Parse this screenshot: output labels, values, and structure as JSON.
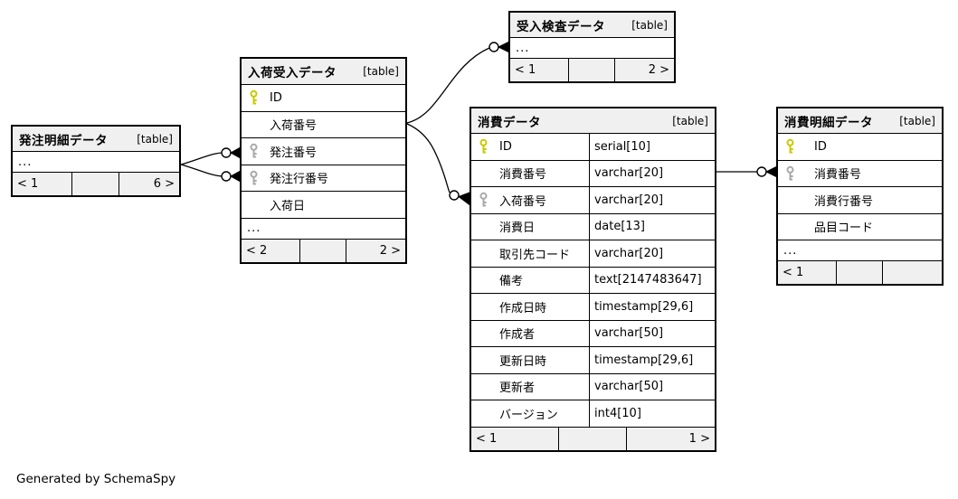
{
  "credit": "Generated by SchemaSpy",
  "colors": {
    "header_bg": "#f0f0f0",
    "border": "#000000",
    "pk_key": "#c9c900",
    "fk_key": "#a9a9a9"
  },
  "tables": [
    {
      "title": "発注明細データ",
      "tag": "[table]",
      "rows": [
        {
          "name": "...",
          "key": "none"
        }
      ],
      "footer": {
        "left": "< 1",
        "mid": "",
        "right": "6 >"
      }
    },
    {
      "title": "入荷受入データ",
      "tag": "[table]",
      "rows": [
        {
          "name": "ID",
          "key": "pk"
        },
        {
          "name": "入荷番号",
          "key": "none"
        },
        {
          "name": "発注番号",
          "key": "fk"
        },
        {
          "name": "発注行番号",
          "key": "fk"
        },
        {
          "name": "入荷日",
          "key": "none"
        },
        {
          "name": "...",
          "key": "none"
        }
      ],
      "footer": {
        "left": "< 2",
        "mid": "",
        "right": "2 >"
      }
    },
    {
      "title": "受入検査データ",
      "tag": "[table]",
      "rows": [
        {
          "name": "...",
          "key": "none"
        }
      ],
      "footer": {
        "left": "< 1",
        "mid": "",
        "right": "2 >"
      }
    },
    {
      "title": "消費データ",
      "tag": "[table]",
      "rows": [
        {
          "name": "ID",
          "key": "pk",
          "type": "serial[10]"
        },
        {
          "name": "消費番号",
          "key": "none",
          "type": "varchar[20]"
        },
        {
          "name": "入荷番号",
          "key": "fk",
          "type": "varchar[20]"
        },
        {
          "name": "消費日",
          "key": "none",
          "type": "date[13]"
        },
        {
          "name": "取引先コード",
          "key": "none",
          "type": "varchar[20]"
        },
        {
          "name": "備考",
          "key": "none",
          "type": "text[2147483647]"
        },
        {
          "name": "作成日時",
          "key": "none",
          "type": "timestamp[29,6]"
        },
        {
          "name": "作成者",
          "key": "none",
          "type": "varchar[50]"
        },
        {
          "name": "更新日時",
          "key": "none",
          "type": "timestamp[29,6]"
        },
        {
          "name": "更新者",
          "key": "none",
          "type": "varchar[50]"
        },
        {
          "name": "バージョン",
          "key": "none",
          "type": "int4[10]"
        }
      ],
      "footer": {
        "left": "< 1",
        "mid": "",
        "right": "1 >"
      }
    },
    {
      "title": "消費明細データ",
      "tag": "[table]",
      "rows": [
        {
          "name": "ID",
          "key": "pk"
        },
        {
          "name": "消費番号",
          "key": "fk"
        },
        {
          "name": "消費行番号",
          "key": "none"
        },
        {
          "name": "品目コード",
          "key": "none"
        },
        {
          "name": "...",
          "key": "none"
        }
      ],
      "footer": {
        "left": "< 1",
        "mid": "",
        "right": ""
      }
    }
  ],
  "relationships": [
    {
      "parent": "発注明細データ",
      "child": "入荷受入データ.発注番号"
    },
    {
      "parent": "発注明細データ",
      "child": "入荷受入データ.発注行番号"
    },
    {
      "parent": "入荷受入データ.入荷番号",
      "child": "受入検査データ"
    },
    {
      "parent": "入荷受入データ.入荷番号",
      "child": "消費データ.入荷番号"
    },
    {
      "parent": "消費データ.消費番号",
      "child": "消費明細データ.消費番号"
    }
  ]
}
